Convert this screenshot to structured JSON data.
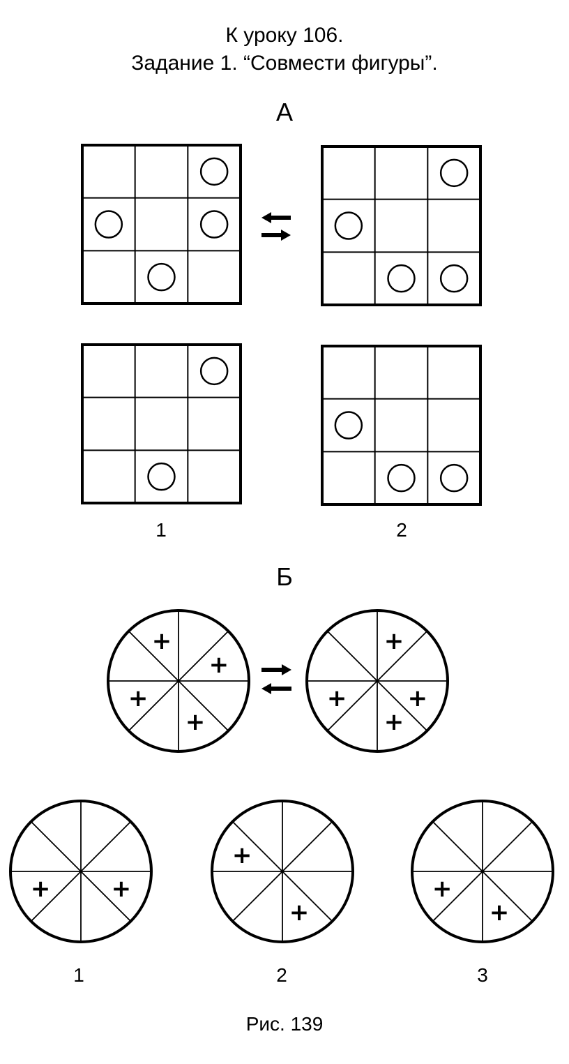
{
  "header": {
    "line1": "К уроку 106.",
    "line2": "Задание 1. “Совмести фигуры”."
  },
  "section_a": {
    "label": "А",
    "options": [
      "1",
      "2"
    ],
    "pair_grids": [
      {
        "circles": [
          [
            0,
            2
          ],
          [
            1,
            0
          ],
          [
            1,
            2
          ],
          [
            2,
            1
          ]
        ]
      },
      {
        "circles": [
          [
            0,
            2
          ],
          [
            1,
            0
          ],
          [
            2,
            1
          ],
          [
            2,
            2
          ]
        ]
      }
    ],
    "option_grids": [
      {
        "circles": [
          [
            0,
            2
          ],
          [
            2,
            1
          ]
        ]
      },
      {
        "circles": [
          [
            1,
            0
          ],
          [
            2,
            1
          ],
          [
            2,
            2
          ]
        ]
      }
    ]
  },
  "section_b": {
    "label": "Б",
    "options": [
      "1",
      "2",
      "3"
    ],
    "plus_symbol": "+",
    "pair_disks": [
      {
        "plus_angles": [
          112.5,
          22.5,
          202.5,
          292.5
        ]
      },
      {
        "plus_angles": [
          67.5,
          337.5,
          202.5,
          292.5
        ]
      }
    ],
    "option_disks": [
      {
        "plus_angles": [
          202.5,
          337.5
        ]
      },
      {
        "plus_angles": [
          157.5,
          292.5
        ]
      },
      {
        "plus_angles": [
          202.5,
          292.5
        ]
      }
    ]
  },
  "caption": "Рис. 139"
}
